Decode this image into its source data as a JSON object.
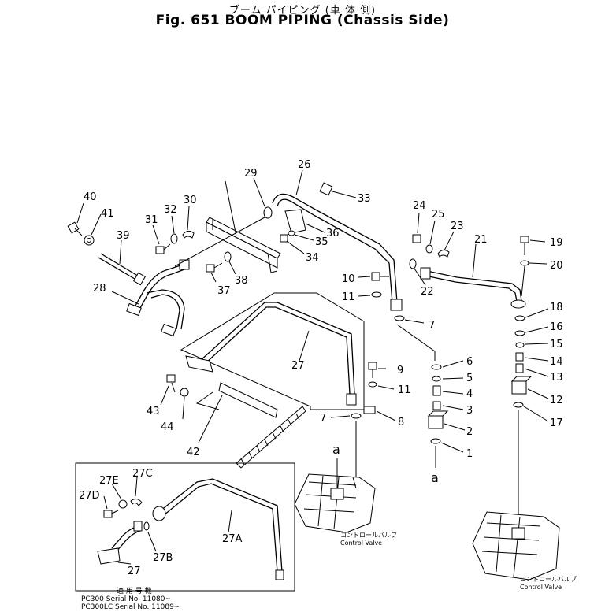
{
  "title": {
    "japanese": "ブーム パイピング (車 体 側)",
    "english": "Fig. 651  BOOM PIPING (Chassis Side)"
  },
  "part_numbers": [
    "40",
    "41",
    "39",
    "31",
    "32",
    "30",
    "29",
    "26",
    "33",
    "24",
    "25",
    "23",
    "21",
    "19",
    "20",
    "28",
    "37",
    "38",
    "36",
    "35",
    "34",
    "10",
    "11",
    "22",
    "18",
    "16",
    "15",
    "14",
    "13",
    "12",
    "17",
    "7",
    "6",
    "5",
    "4",
    "3",
    "2",
    "1",
    "9",
    "11",
    "8",
    "27",
    "43",
    "44",
    "42",
    "7",
    "27E",
    "27C",
    "27D",
    "27A",
    "27",
    "27B"
  ],
  "view_markers": [
    "a",
    "a"
  ],
  "control_valve_left": {
    "jp": "コントロールバルブ",
    "en": "Control Valve"
  },
  "control_valve_right": {
    "jp": "コントロールバルブ",
    "en": "Control Valve"
  },
  "applicability": {
    "heading": "適 用 号 機",
    "rows": [
      "PC300   Serial No. 11080~",
      "PC300LC Serial No. 11089~"
    ]
  }
}
